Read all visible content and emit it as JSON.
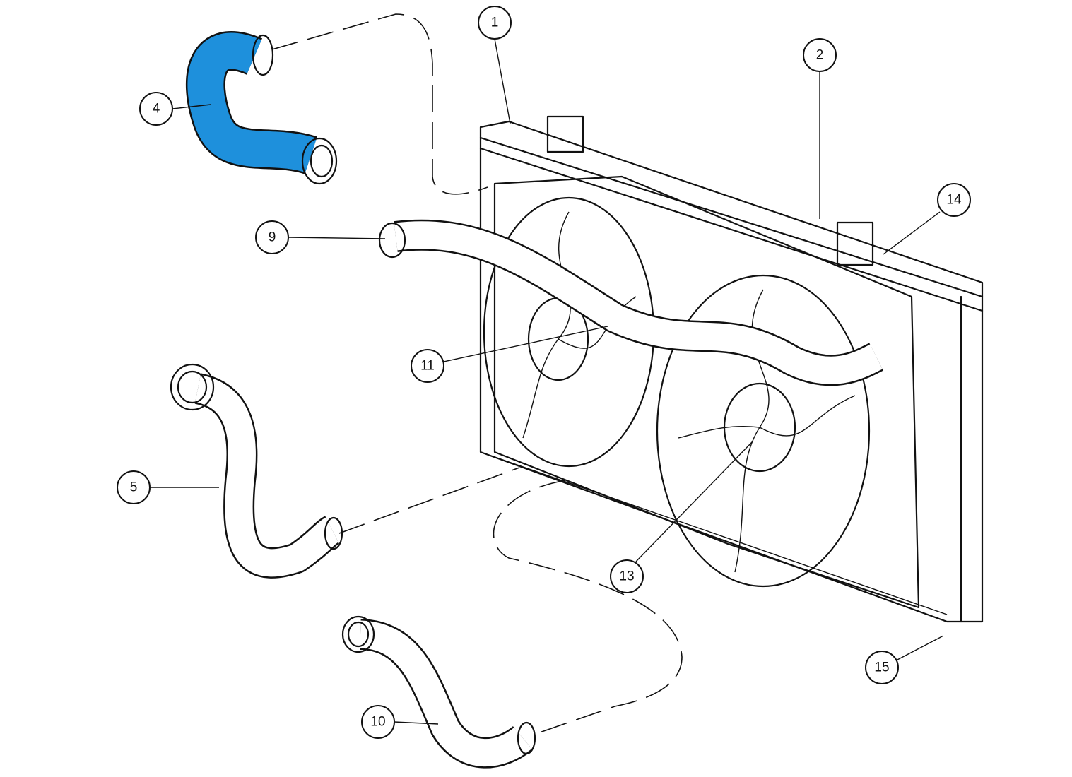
{
  "diagram": {
    "highlight_color": "#1e90dc",
    "highlighted_part": "4",
    "callouts": {
      "c1": "1",
      "c2": "2",
      "c4": "4",
      "c5": "5",
      "c9": "9",
      "c10": "10",
      "c11": "11",
      "c13": "13",
      "c14": "14",
      "c15": "15"
    }
  }
}
